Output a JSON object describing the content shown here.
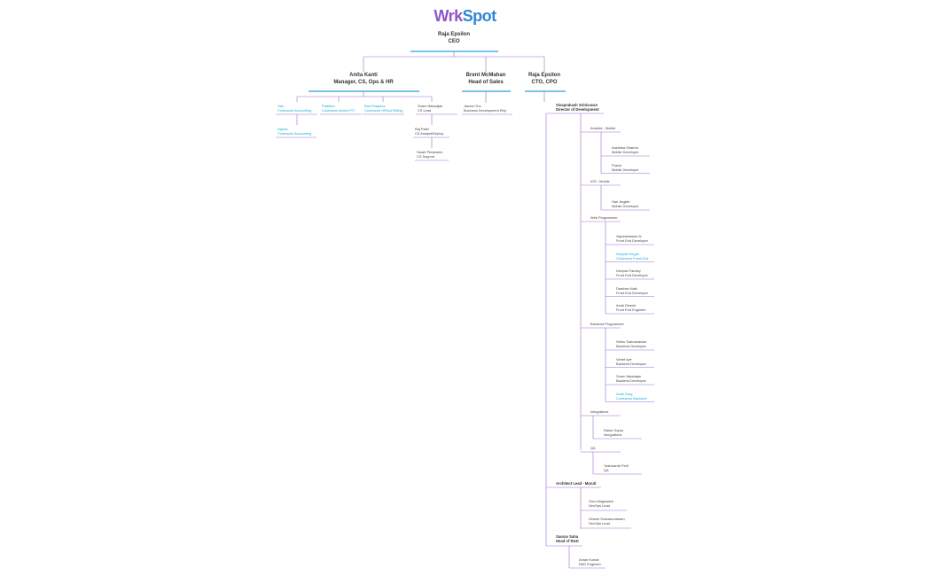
{
  "logo": {
    "part1": "Wrk",
    "part2": "Spot"
  },
  "colors": {
    "line": "#a06ad6",
    "accent": "#1ba9d6",
    "underline_thick": "#2aa0e0"
  },
  "ceo": {
    "name": "Raja Epsilon",
    "title": "CEO"
  },
  "leaders": [
    {
      "name": "Anita Kanti",
      "title": "Manager, CS, Ops & HR"
    },
    {
      "name": "Brent McMahan",
      "title": "Head of Sales"
    },
    {
      "name": "Raja Epsilon",
      "title": "CTO, CPO"
    }
  ],
  "anita_team": [
    {
      "name": "Yalu",
      "title": "Contractor Accounting",
      "contractor": true
    },
    {
      "name": "Pratibha",
      "title": "Contractor Admin P/T",
      "contractor": true
    },
    {
      "name": "Ravi Pasyera",
      "title": "Contractor HR/Ind Billing",
      "contractor": true
    },
    {
      "name": "Suren Natarajan",
      "title": "CS Lead",
      "contractor": false
    }
  ],
  "anita_sub": [
    {
      "name": "Alyssa",
      "title": "Contractor Accounting",
      "contractor": true
    },
    {
      "name": "Raj Patel",
      "title": "CS Analyst/Deploy",
      "contractor": false
    },
    {
      "name": "Sarah Periaramn",
      "title": "CS Support",
      "contractor": false
    }
  ],
  "sales_team": [
    {
      "name": "James Cho",
      "title": "Business Development Rep"
    }
  ],
  "cto_heads": [
    {
      "name": "Sivaprakash Srinivasan",
      "title": "Director of Development"
    },
    {
      "name": "Architect Lead - Maruti",
      "title": ""
    },
    {
      "name": "Saurav Saha",
      "title": "Head of R&D"
    }
  ],
  "groups": [
    {
      "name": "Android - Mobile",
      "members": [
        {
          "name": "Aashima Sharma",
          "title": "Mobile Developer",
          "contractor": false
        },
        {
          "name": "Pravin",
          "title": "Mobile Developer",
          "contractor": false
        }
      ]
    },
    {
      "name": "IOS - Mobile",
      "members": [
        {
          "name": "Hari Jingkle",
          "title": "Mobile Developer",
          "contractor": false
        }
      ]
    },
    {
      "name": "Web Programmer",
      "members": [
        {
          "name": "Vigneshwaran N",
          "title": "Front End Developer",
          "contractor": false
        },
        {
          "name": "Deepak Hegde",
          "title": "Contractor Front End",
          "contractor": true
        },
        {
          "name": "Deepak Pandey",
          "title": "Front End Developer",
          "contractor": false
        },
        {
          "name": "Darshan Naik",
          "title": "Front End Developer",
          "contractor": false
        },
        {
          "name": "Amal Dinesh",
          "title": "Front End Engineer",
          "contractor": false
        }
      ]
    },
    {
      "name": "Backend Programmer",
      "members": [
        {
          "name": "Sethu Subramanian",
          "title": "Backend Developer",
          "contractor": false
        },
        {
          "name": "Vertef Iyer",
          "title": "Backend Developer",
          "contractor": false
        },
        {
          "name": "Soren Natarajan",
          "title": "Backend Developer",
          "contractor": false
        },
        {
          "name": "Ankit Garg",
          "title": "Contractor Backend",
          "contractor": true
        }
      ]
    },
    {
      "name": "Integrations",
      "members": [
        {
          "name": "Rahul Gupta",
          "title": "Integrations",
          "contractor": false
        }
      ]
    },
    {
      "name": "QA",
      "members": [
        {
          "name": "Yashwanth Peril",
          "title": "QA",
          "contractor": false
        }
      ]
    }
  ],
  "architect_team": [
    {
      "name": "Guru Alagawadi",
      "title": "DevOps Lead"
    },
    {
      "name": "Dinesh Somasundaram",
      "title": "DevOps Lead"
    }
  ],
  "rnd_team": [
    {
      "name": "Aman Kumar",
      "title": "R&D Engineer"
    }
  ]
}
